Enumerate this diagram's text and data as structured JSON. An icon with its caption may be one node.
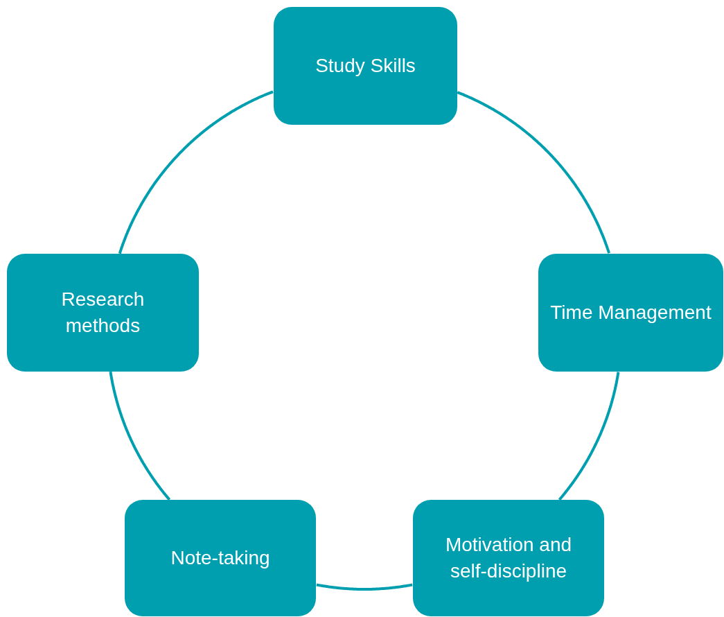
{
  "diagram": {
    "nodes": [
      {
        "text": [
          "Study Skills"
        ]
      },
      {
        "text": [
          "Time Management"
        ]
      },
      {
        "text": [
          "Motivation and self-discipline"
        ]
      },
      {
        "text": [
          "Note-taking"
        ]
      },
      {
        "text": [
          "Research methods"
        ]
      }
    ],
    "edges": [
      {
        "from": 0,
        "to": 1,
        "arrow": "none"
      },
      {
        "from": 1,
        "to": 2,
        "arrow": "none"
      },
      {
        "from": 2,
        "to": 3,
        "arrow": "none"
      },
      {
        "from": 3,
        "to": 4,
        "arrow": "none"
      },
      {
        "from": 4,
        "to": 0,
        "arrow": "none"
      }
    ]
  }
}
